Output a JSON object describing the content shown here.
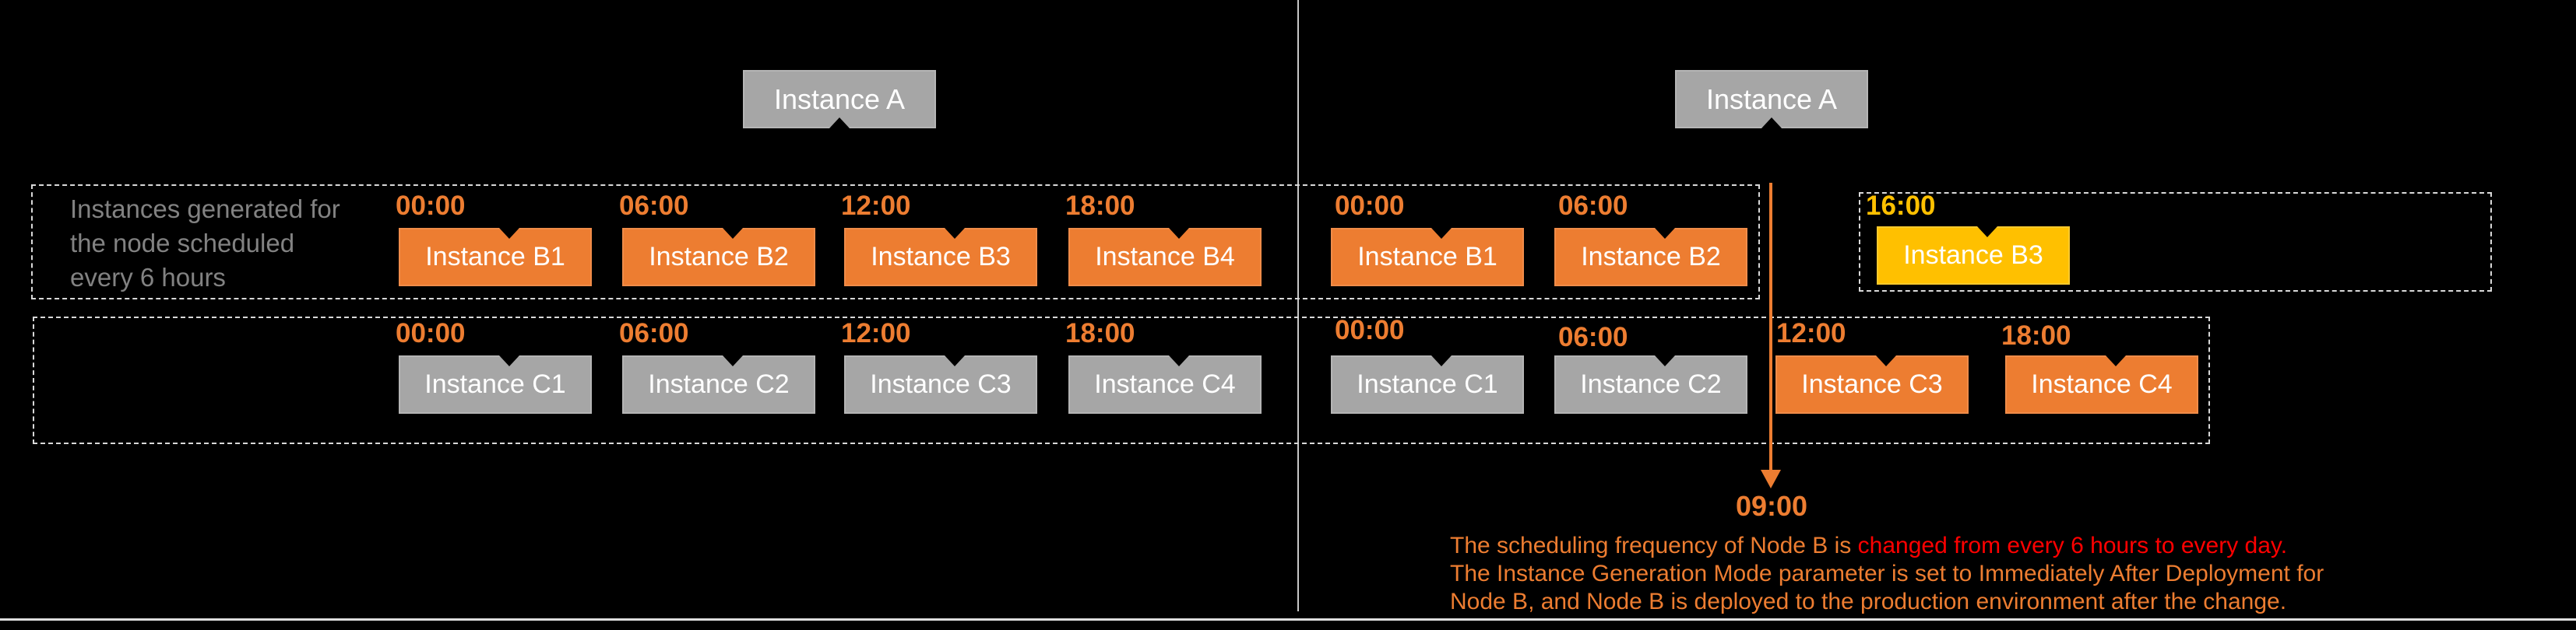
{
  "left_section": {
    "instance_a": "Instance A",
    "b_row": [
      {
        "time": "00:00",
        "label": "Instance B1"
      },
      {
        "time": "06:00",
        "label": "Instance B2"
      },
      {
        "time": "12:00",
        "label": "Instance B3"
      },
      {
        "time": "18:00",
        "label": "Instance B4"
      }
    ],
    "c_row": [
      {
        "time": "00:00",
        "label": "Instance C1"
      },
      {
        "time": "06:00",
        "label": "Instance C2"
      },
      {
        "time": "12:00",
        "label": "Instance C3"
      },
      {
        "time": "18:00",
        "label": "Instance C4"
      }
    ]
  },
  "right_section": {
    "instance_a": "Instance A",
    "b_row": [
      {
        "time": "00:00",
        "label": "Instance B1"
      },
      {
        "time": "06:00",
        "label": "Instance B2"
      }
    ],
    "b_delayed": {
      "time": "16:00",
      "label": "Instance B3"
    },
    "c_row": [
      {
        "time": "00:00",
        "label": "Instance C1"
      },
      {
        "time": "06:00",
        "label": "Instance C2"
      },
      {
        "time": "12:00",
        "label": "Instance C3"
      },
      {
        "time": "18:00",
        "label": "Instance C4"
      }
    ]
  },
  "group_label": {
    "line1": "Instances generated for",
    "line2": "the node scheduled",
    "line3": "every 6 hours"
  },
  "deployment_marker": {
    "time": "09:00"
  },
  "note": {
    "line1_part1": "The scheduling frequency of Node B is ",
    "line1_part2": "changed from every 6 hours to every day.",
    "line2": "The Instance Generation Mode parameter is set to Immediately After Deployment for",
    "line3": "Node B, and Node B is deployed to the production environment after the change."
  },
  "colors": {
    "orange": "#ED7D31",
    "yellow": "#FFC000",
    "gray": "#A6A6A6",
    "red": "#FF0000",
    "label_gray": "#828282",
    "dashed_border": "#D9D9D9"
  }
}
